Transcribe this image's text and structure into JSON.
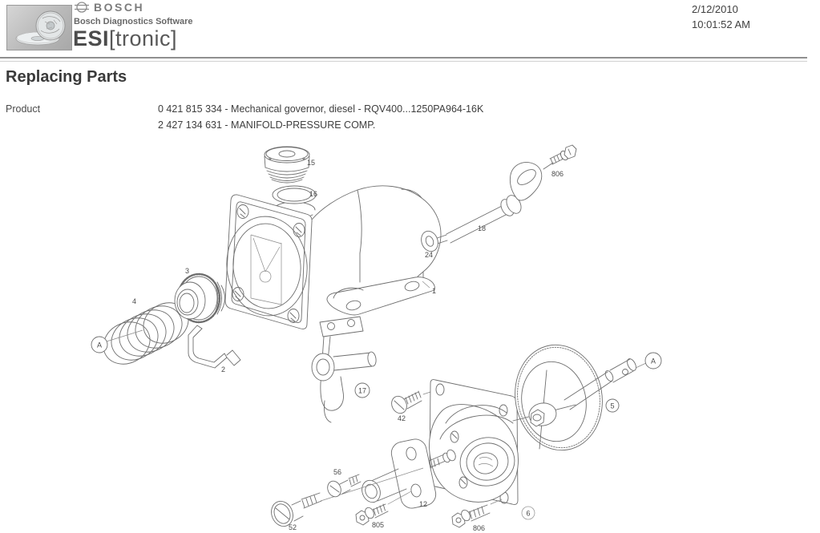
{
  "header": {
    "brand": "BOSCH",
    "tagline": "Bosch Diagnostics Software",
    "product_bold": "ESI",
    "product_rest": "[tronic]",
    "date": "2/12/2010",
    "time": "10:01:52 AM"
  },
  "page": {
    "title": "Replacing Parts",
    "product_label": "Product",
    "product_lines": [
      "0 421 815 334 - Mechanical governor, diesel - RQV400...1250PA964-16K",
      "2 427 134 631 - MANIFOLD-PRESSURE COMP."
    ]
  },
  "diagram": {
    "labels": {
      "p1": "1",
      "p2": "2",
      "p3": "3",
      "p4": "4",
      "p5": "5",
      "p6": "6",
      "p12": "12",
      "p15": "15",
      "p16": "16",
      "p17": "17",
      "p18": "18",
      "p24": "24",
      "p42": "42",
      "p52": "52",
      "p56": "56",
      "p805": "805",
      "p806_top": "806",
      "p806_bottom": "806",
      "a_left": "A",
      "a_right": "A"
    }
  }
}
